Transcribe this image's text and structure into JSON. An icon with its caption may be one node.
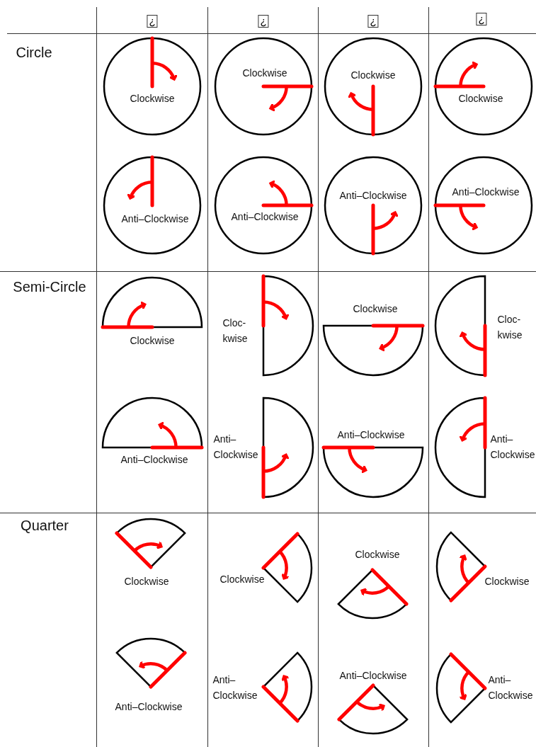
{
  "diagram": {
    "nodes": [
      {
        "text": [
          "Clockwise"
        ]
      },
      {
        "text": [
          "Clockwise"
        ]
      },
      {
        "text": [
          "Clockwise"
        ]
      },
      {
        "text": [
          "Clockwise"
        ]
      },
      {
        "text": [
          "Anti–Clockwise"
        ]
      },
      {
        "text": [
          "Anti–Clockwise"
        ]
      },
      {
        "text": [
          "Anti–Clockwise"
        ]
      },
      {
        "text": [
          "Anti–Clockwise"
        ]
      },
      {
        "text": [
          "Clockwise"
        ]
      },
      {
        "text": [
          "Cloc- kwise"
        ]
      },
      {
        "text": [
          "Clockwise"
        ]
      },
      {
        "text": [
          "Cloc- kwise"
        ]
      },
      {
        "text": [
          "Anti–Clockwise"
        ]
      },
      {
        "text": [
          "Anti– Clockwise"
        ]
      },
      {
        "text": [
          "Anti–Clockwise"
        ]
      },
      {
        "text": [
          "Anti– Clockwise"
        ]
      },
      {
        "text": [
          "Clockwise"
        ]
      },
      {
        "text": [
          "Clockwise"
        ]
      },
      {
        "text": [
          "Clockwise"
        ]
      },
      {
        "text": [
          "Clockwise"
        ]
      },
      {
        "text": [
          "Anti–Clockwise"
        ]
      },
      {
        "text": [
          "Anti– Clockwise"
        ]
      },
      {
        "text": [
          "Anti–Clockwise"
        ]
      },
      {
        "text": [
          "Anti– Clockwise"
        ]
      }
    ],
    "labels": [
      "¿",
      "¿",
      "¿",
      "¿",
      "Circle",
      "Semi-Circle",
      "Quarter"
    ]
  }
}
